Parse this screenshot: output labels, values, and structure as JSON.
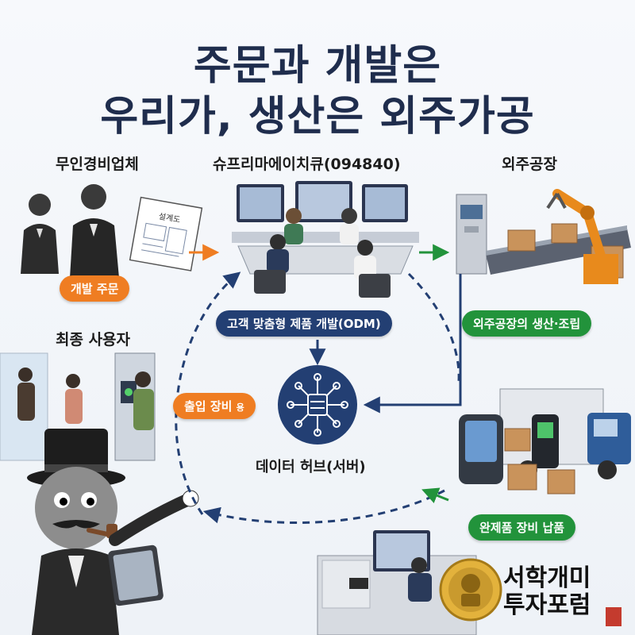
{
  "title": {
    "line1": "주문과 개발은",
    "line2": "우리가, 생산은 외주가공"
  },
  "nodes": {
    "security_company": "무인경비업체",
    "supreme": "슈프리마에이치큐(094840)",
    "outsourcing": "외주공장",
    "end_user": "최종 사용자"
  },
  "pills": {
    "dev_order": "개발 주문",
    "odm": "고객 맞춤형 제품 개발(ODM)",
    "outsource_production": "외주공장의 생산·조립",
    "access_device": "출입 장비",
    "access_device_suffix": "용",
    "delivery": "완제품 장비 납품"
  },
  "hub": {
    "label": "데이터 허브(서버)"
  },
  "document": {
    "label": "설계도"
  },
  "logo": {
    "line1": "서학개미",
    "line2": "투자포럼"
  },
  "colors": {
    "title": "#1f2d4d",
    "navy": "#233f73",
    "orange": "#ef7d22",
    "green": "#22933b"
  }
}
